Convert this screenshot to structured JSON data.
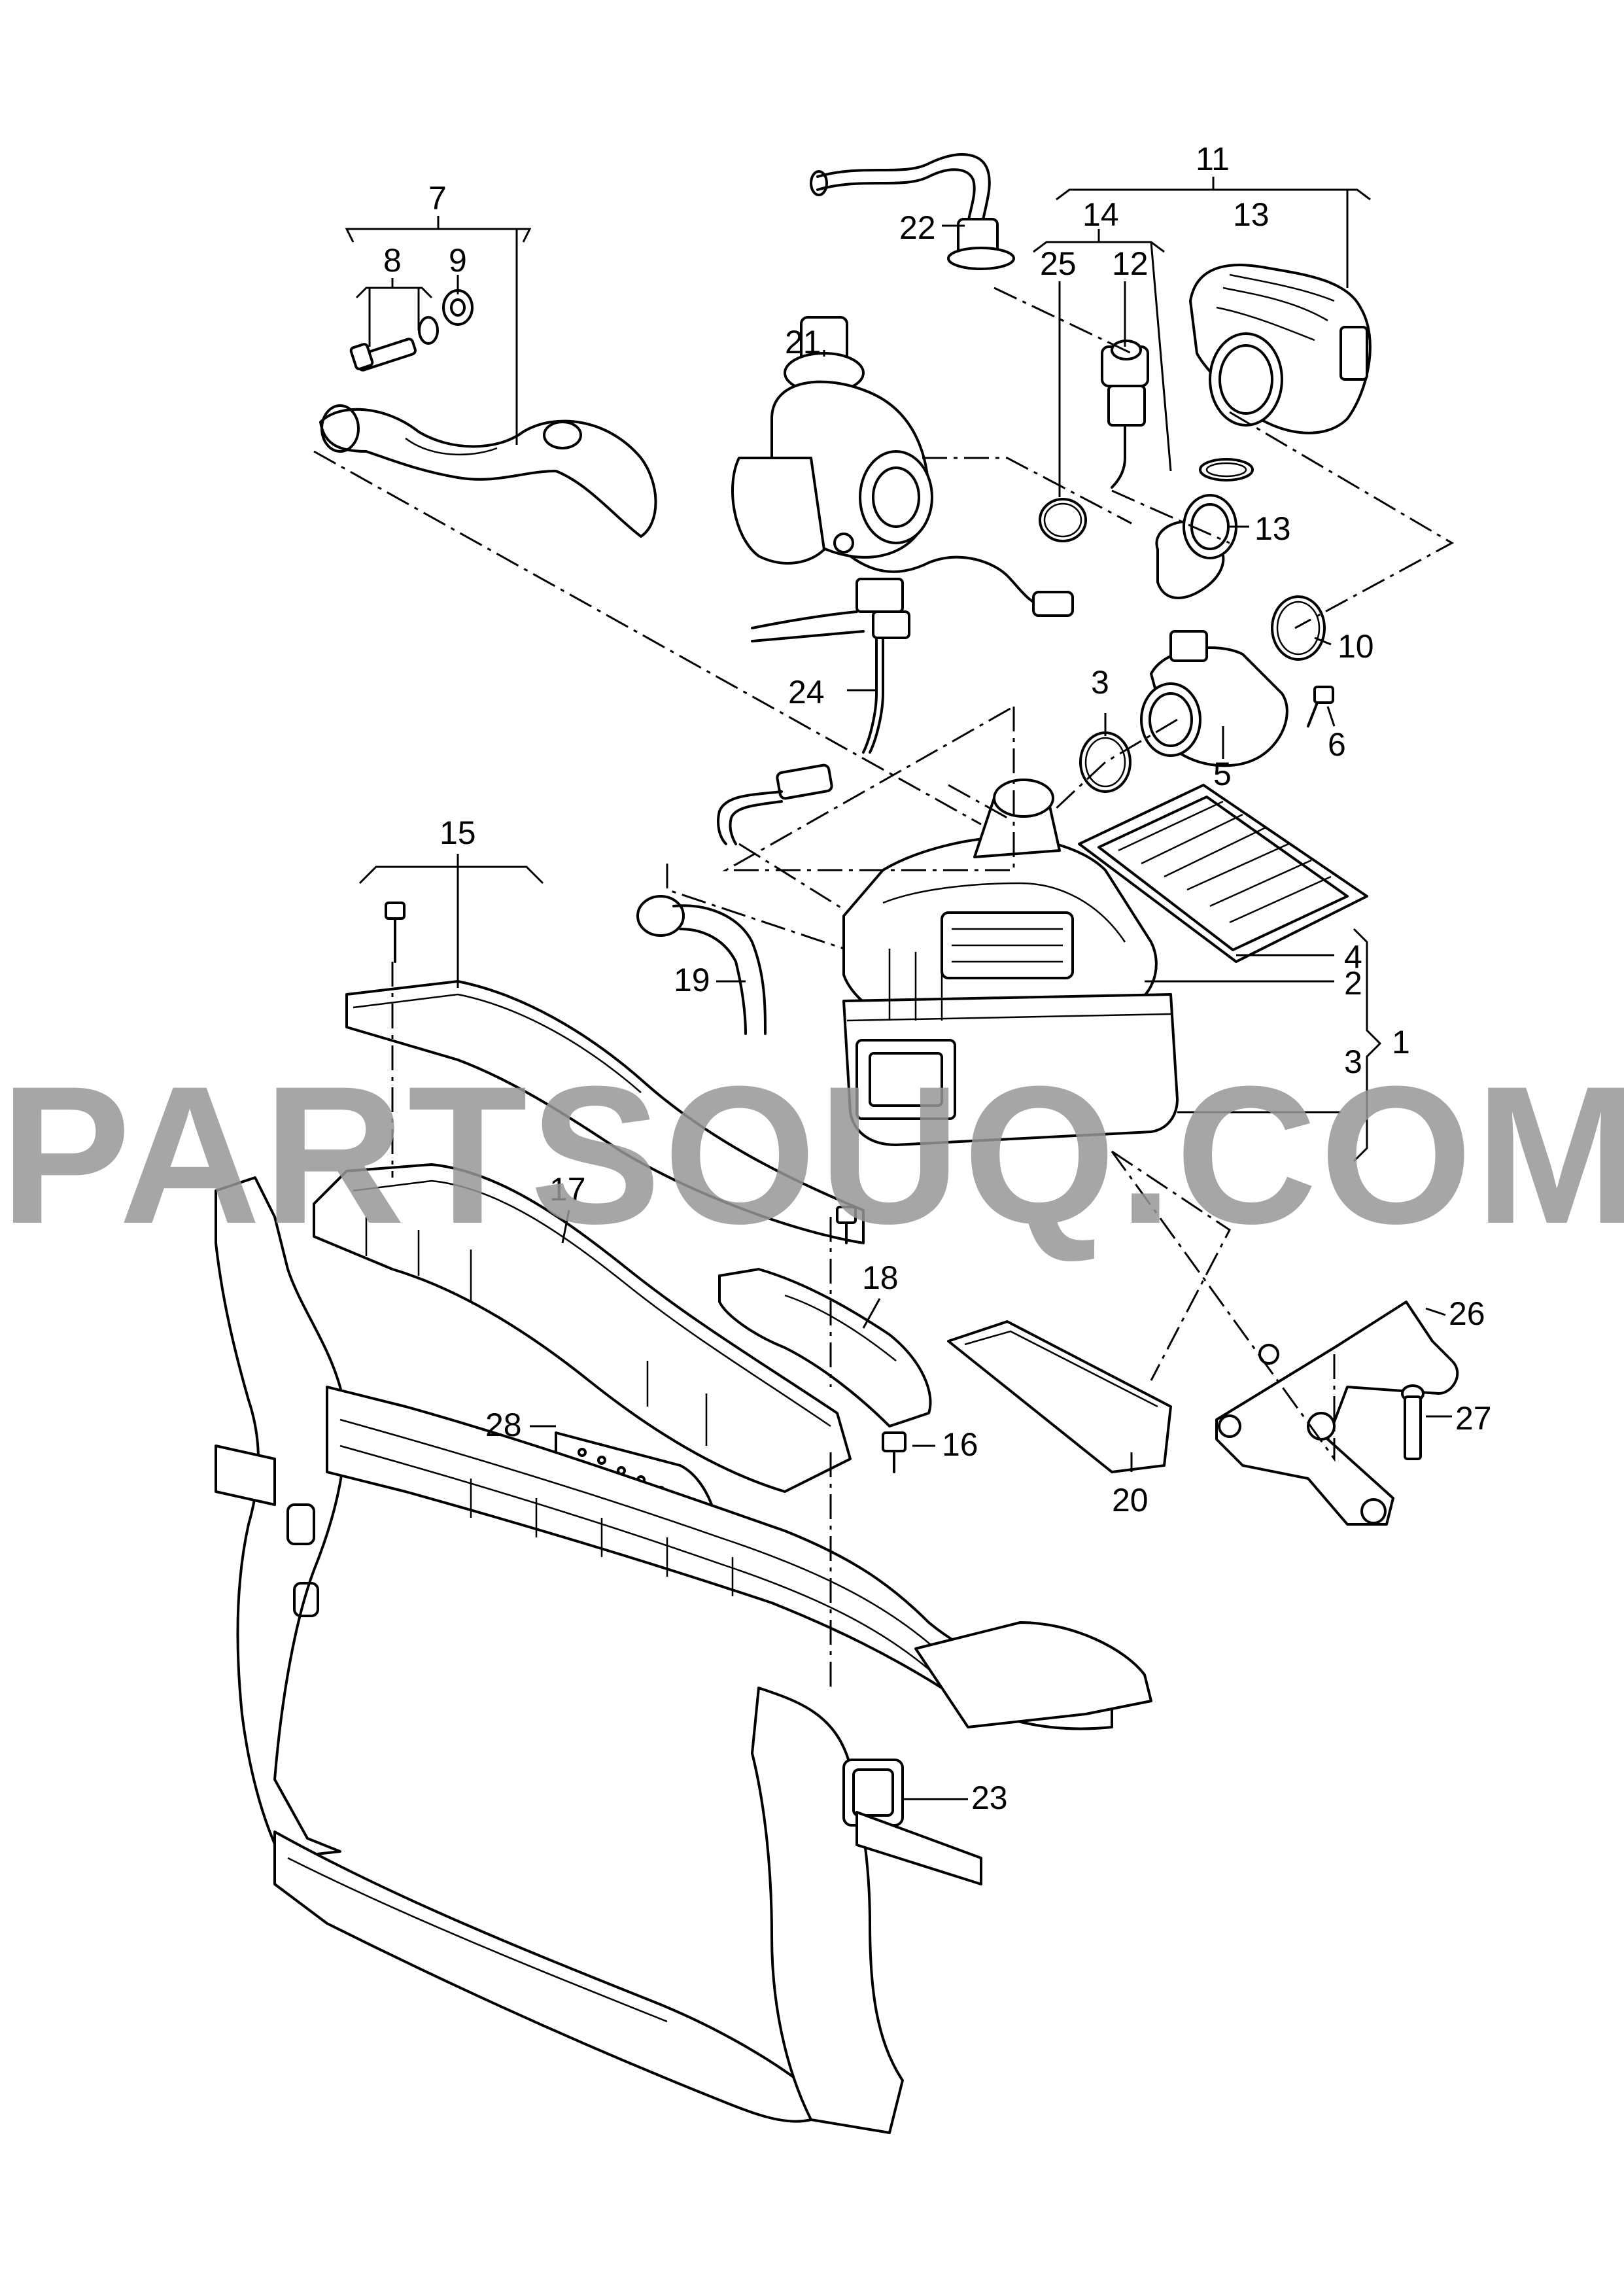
{
  "watermark": "PARTSOUQ.COM",
  "callouts": [
    {
      "id": "c1",
      "label": "1"
    },
    {
      "id": "c2",
      "label": "2"
    },
    {
      "id": "c3a",
      "label": "3"
    },
    {
      "id": "c3b",
      "label": "3"
    },
    {
      "id": "c4",
      "label": "4"
    },
    {
      "id": "c5",
      "label": "5"
    },
    {
      "id": "c6",
      "label": "6"
    },
    {
      "id": "c7",
      "label": "7"
    },
    {
      "id": "c8",
      "label": "8"
    },
    {
      "id": "c9",
      "label": "9"
    },
    {
      "id": "c10",
      "label": "10"
    },
    {
      "id": "c11",
      "label": "11"
    },
    {
      "id": "c12",
      "label": "12"
    },
    {
      "id": "c13a",
      "label": "13"
    },
    {
      "id": "c13b",
      "label": "13"
    },
    {
      "id": "c14",
      "label": "14"
    },
    {
      "id": "c15",
      "label": "15"
    },
    {
      "id": "c16",
      "label": "16"
    },
    {
      "id": "c17",
      "label": "17"
    },
    {
      "id": "c18",
      "label": "18"
    },
    {
      "id": "c19",
      "label": "19"
    },
    {
      "id": "c20",
      "label": "20"
    },
    {
      "id": "c21",
      "label": "21"
    },
    {
      "id": "c22",
      "label": "22"
    },
    {
      "id": "c23",
      "label": "23"
    },
    {
      "id": "c24",
      "label": "24"
    },
    {
      "id": "c25",
      "label": "25"
    },
    {
      "id": "c26",
      "label": "26"
    },
    {
      "id": "c27",
      "label": "27"
    },
    {
      "id": "c28",
      "label": "28"
    }
  ]
}
